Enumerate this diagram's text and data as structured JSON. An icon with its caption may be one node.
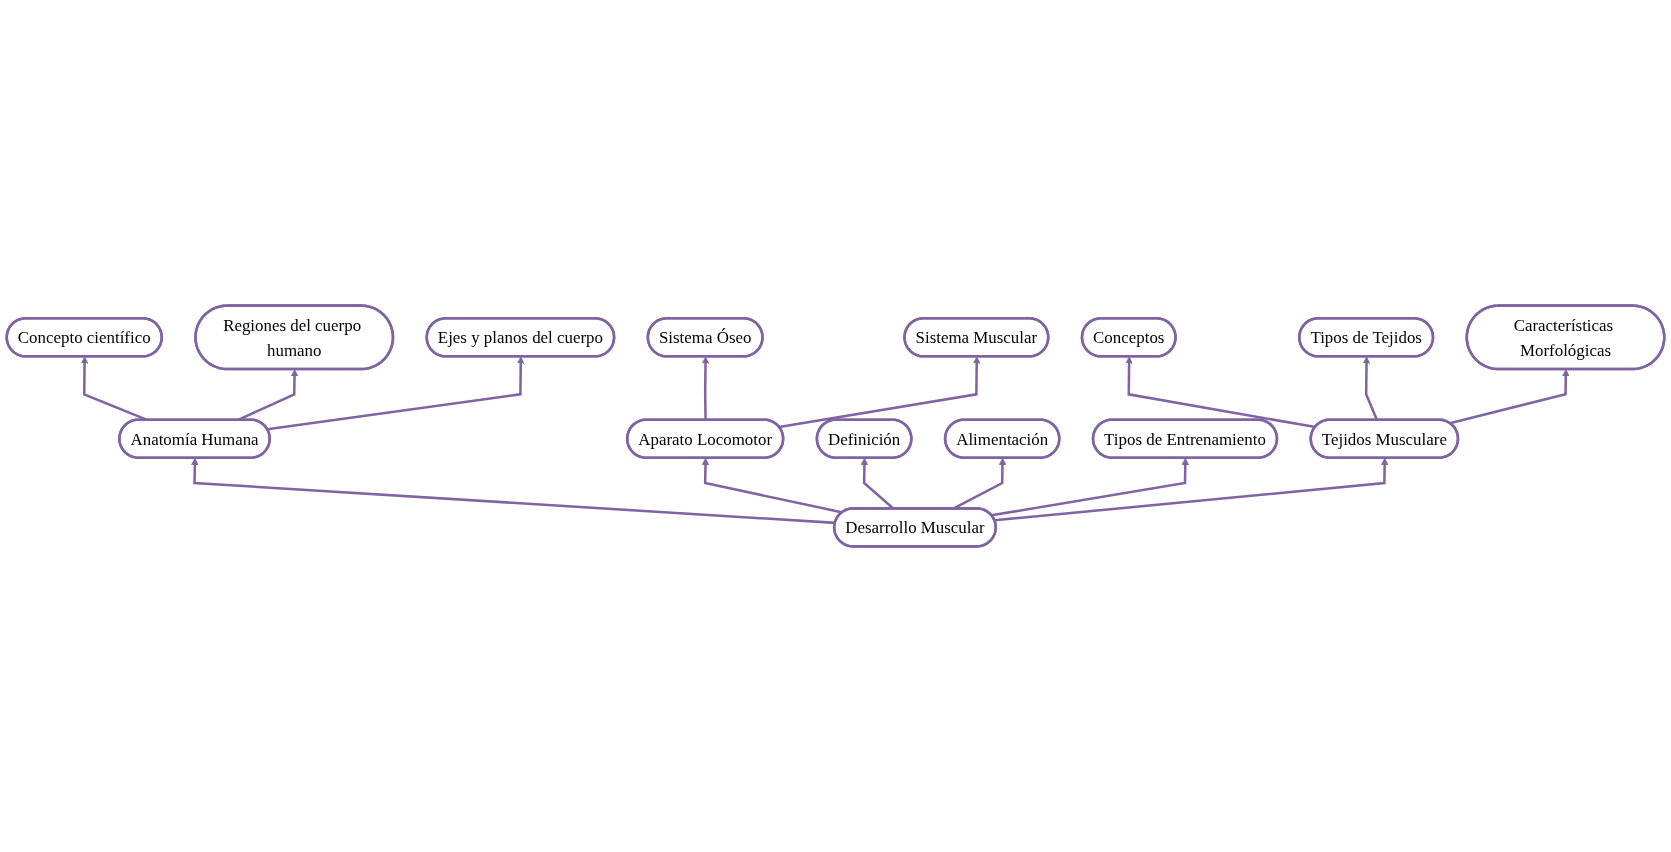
{
  "diagram": {
    "nodes": [
      {
        "text": [
          "Desarrollo Muscular"
        ]
      },
      {
        "text": [
          "Anatomía Humana"
        ]
      },
      {
        "text": [
          "Concepto científico"
        ]
      },
      {
        "text": [
          "Regiones del cuerpo humano"
        ]
      },
      {
        "text": [
          "Ejes y planos del cuerpo"
        ]
      },
      {
        "text": [
          "Aparato Locomotor"
        ]
      },
      {
        "text": [
          "Sistema Óseo"
        ]
      },
      {
        "text": [
          "Sistema Muscular"
        ]
      },
      {
        "text": [
          "Definición"
        ]
      },
      {
        "text": [
          "Alimentación"
        ]
      },
      {
        "text": [
          "Tipos de Entrenamiento"
        ]
      },
      {
        "text": [
          "Tejidos Musculare"
        ]
      },
      {
        "text": [
          "Conceptos"
        ]
      },
      {
        "text": [
          "Tipos de Tejidos"
        ]
      },
      {
        "text": [
          "Características Morfológicas"
        ]
      }
    ],
    "edges": [
      {
        "from": 0,
        "to": 1,
        "arrow": "to"
      },
      {
        "from": 1,
        "to": 2,
        "arrow": "to"
      },
      {
        "from": 1,
        "to": 3,
        "arrow": "to"
      },
      {
        "from": 1,
        "to": 4,
        "arrow": "to"
      },
      {
        "from": 0,
        "to": 5,
        "arrow": "to"
      },
      {
        "from": 5,
        "to": 6,
        "arrow": "to"
      },
      {
        "from": 5,
        "to": 7,
        "arrow": "to"
      },
      {
        "from": 0,
        "to": 8,
        "arrow": "to"
      },
      {
        "from": 0,
        "to": 9,
        "arrow": "to"
      },
      {
        "from": 0,
        "to": 10,
        "arrow": "to"
      },
      {
        "from": 0,
        "to": 11,
        "arrow": "to"
      },
      {
        "from": 11,
        "to": 12,
        "arrow": "to"
      },
      {
        "from": 11,
        "to": 13,
        "arrow": "to"
      },
      {
        "from": 11,
        "to": 14,
        "arrow": "to"
      }
    ]
  }
}
